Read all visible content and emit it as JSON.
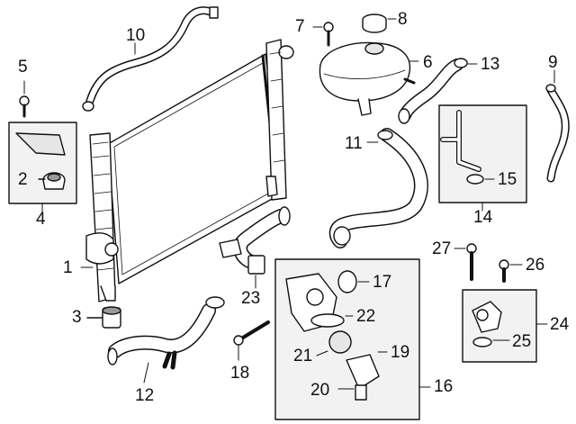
{
  "colors": {
    "line": "#111111",
    "fill_light": "#ffffff",
    "fill_shade": "#e6e6e6",
    "fill_dark": "#9a9a9a",
    "box_fill": "#f2f2f2"
  },
  "callouts": {
    "c1": "1",
    "c2": "2",
    "c3": "3",
    "c4": "4",
    "c5": "5",
    "c6": "6",
    "c7": "7",
    "c8": "8",
    "c9": "9",
    "c10": "10",
    "c11": "11",
    "c12": "12",
    "c13": "13",
    "c14": "14",
    "c15": "15",
    "c16": "16",
    "c17": "17",
    "c18": "18",
    "c19": "19",
    "c20": "20",
    "c21": "21",
    "c22": "22",
    "c23": "23",
    "c24": "24",
    "c25": "25",
    "c26": "26",
    "c27": "27"
  }
}
